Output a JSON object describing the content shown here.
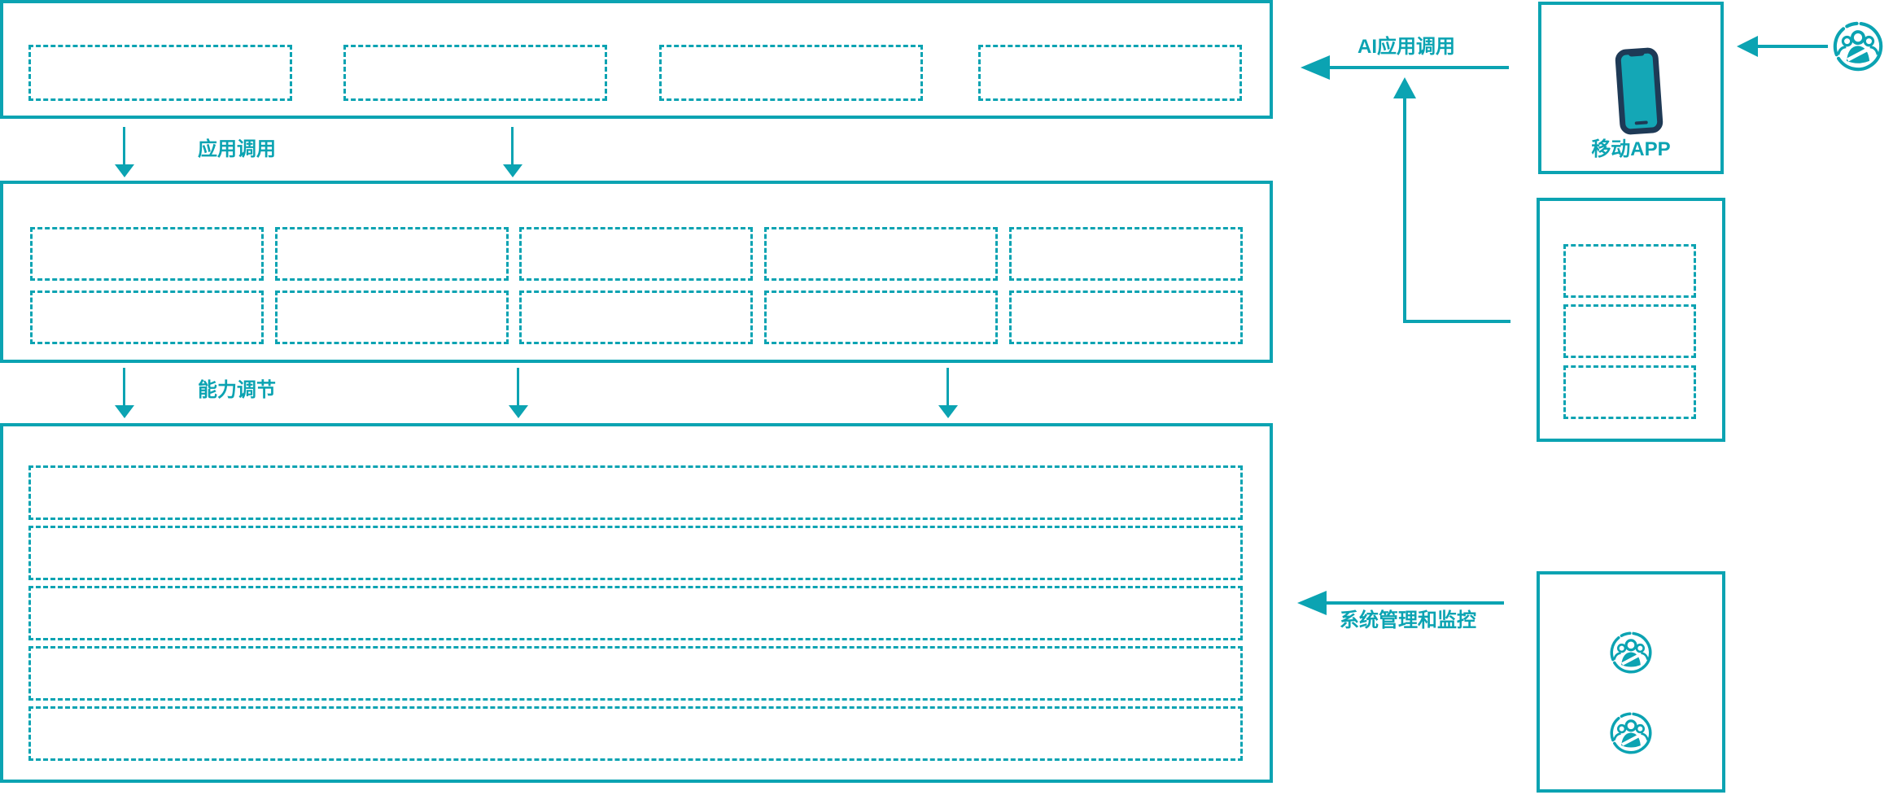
{
  "colors": {
    "accent": "#0BA3B2",
    "phone_dark": "#1E3A56",
    "background": "#FFFFFF"
  },
  "layers": {
    "app_layer": {
      "placeholder_boxes": 4
    },
    "capability_layer": {
      "placeholder_rows": 2,
      "placeholder_cols": 5
    },
    "resource_layer": {
      "placeholder_rows": 5
    }
  },
  "flows": {
    "app_call": {
      "label": "应用调用"
    },
    "capability_adjust": {
      "label": "能力调节"
    },
    "ai_app_call": {
      "label": "AI应用调用"
    },
    "system_monitor": {
      "label": "系统管理和监控"
    }
  },
  "right_panel": {
    "mobile_app_box": {
      "label": "移动APP",
      "icon": "smartphone-icon"
    },
    "service_box": {
      "placeholder_boxes": 3
    },
    "monitor_box": {
      "icons": [
        "user-group-icon",
        "user-group-icon"
      ]
    },
    "external_user": {
      "icon": "user-group-icon"
    }
  }
}
